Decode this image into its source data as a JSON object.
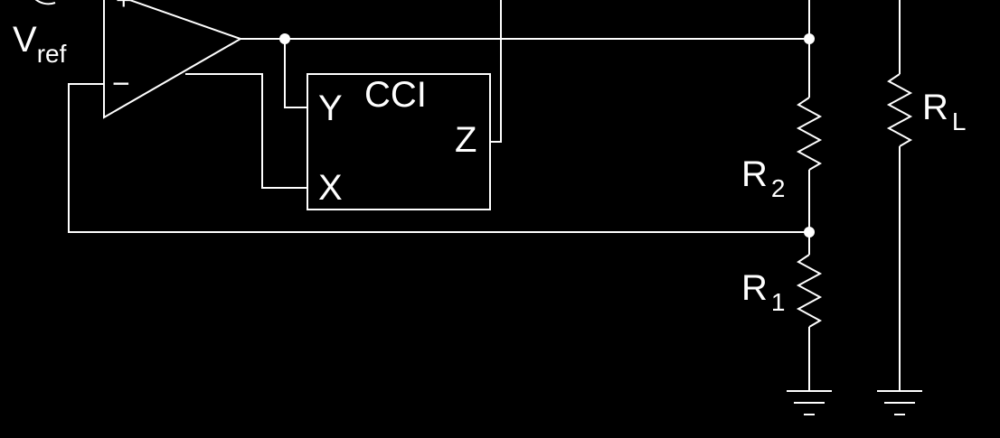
{
  "colors": {
    "background": "#000000",
    "stroke": "#ffffff"
  },
  "labels": {
    "vref_main": "V",
    "vref_sub": "ref",
    "opamp_plus": "+",
    "opamp_minus": "−",
    "block_title": "CCI",
    "port_y": "Y",
    "port_x": "X",
    "port_z": "Z",
    "r2_main": "R",
    "r2_sub": "2",
    "r1_main": "R",
    "r1_sub": "1",
    "rl_main": "R",
    "rl_sub": "L"
  }
}
